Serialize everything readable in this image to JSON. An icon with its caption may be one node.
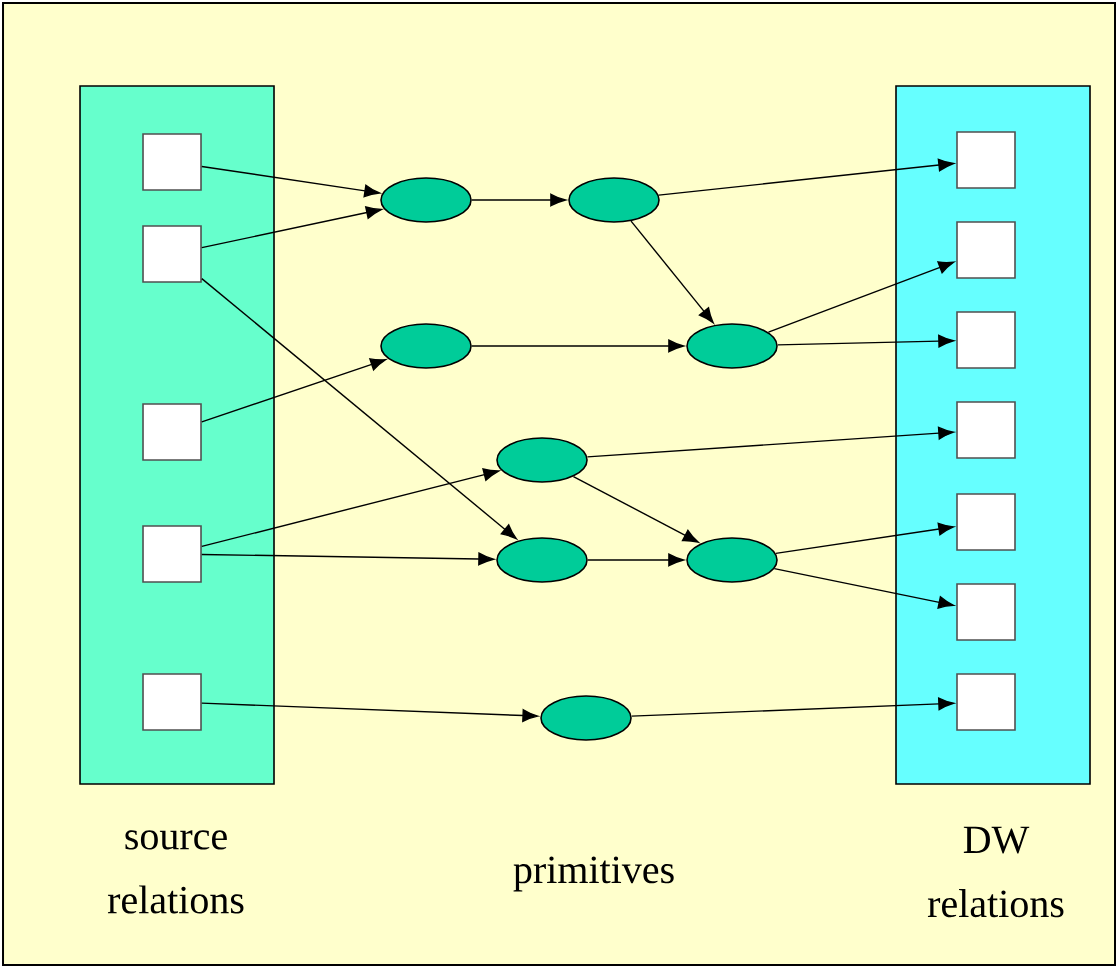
{
  "diagram": {
    "nodes": [
      {
        "text": [
          "source relations"
        ]
      },
      {
        "text": [
          "DW relations"
        ]
      },
      {
        "text": [],
        "shape": "box",
        "in": 0
      },
      {
        "text": [],
        "shape": "box",
        "in": 0
      },
      {
        "text": [],
        "shape": "box",
        "in": 0
      },
      {
        "text": [],
        "shape": "box",
        "in": 0
      },
      {
        "text": [],
        "shape": "box",
        "in": 0
      },
      {
        "text": [],
        "shape": "box",
        "in": 1
      },
      {
        "text": [],
        "shape": "box",
        "in": 1
      },
      {
        "text": [],
        "shape": "box",
        "in": 1
      },
      {
        "text": [],
        "shape": "box",
        "in": 1
      },
      {
        "text": [],
        "shape": "box",
        "in": 1
      },
      {
        "text": [],
        "shape": "box",
        "in": 1
      },
      {
        "text": [],
        "shape": "box",
        "in": 1
      },
      {
        "text": [],
        "shape": "ellipse"
      },
      {
        "text": [],
        "shape": "ellipse"
      },
      {
        "text": [],
        "shape": "ellipse"
      },
      {
        "text": [],
        "shape": "ellipse"
      },
      {
        "text": [],
        "shape": "ellipse"
      },
      {
        "text": [],
        "shape": "ellipse"
      },
      {
        "text": [],
        "shape": "ellipse"
      },
      {
        "text": [],
        "shape": "ellipse"
      }
    ],
    "edges": [
      {
        "from": 2,
        "to": 14,
        "arrow": "to"
      },
      {
        "from": 3,
        "to": 14,
        "arrow": "to"
      },
      {
        "from": 3,
        "to": 19,
        "arrow": "to"
      },
      {
        "from": 4,
        "to": 16,
        "arrow": "to"
      },
      {
        "from": 5,
        "to": 18,
        "arrow": "to"
      },
      {
        "from": 5,
        "to": 19,
        "arrow": "to"
      },
      {
        "from": 6,
        "to": 21,
        "arrow": "to"
      },
      {
        "from": 14,
        "to": 15,
        "arrow": "to"
      },
      {
        "from": 15,
        "to": 7,
        "arrow": "to"
      },
      {
        "from": 15,
        "to": 17,
        "arrow": "to"
      },
      {
        "from": 16,
        "to": 17,
        "arrow": "to"
      },
      {
        "from": 17,
        "to": 8,
        "arrow": "to"
      },
      {
        "from": 17,
        "to": 9,
        "arrow": "to"
      },
      {
        "from": 18,
        "to": 10,
        "arrow": "to"
      },
      {
        "from": 18,
        "to": 20,
        "arrow": "to"
      },
      {
        "from": 19,
        "to": 20,
        "arrow": "to"
      },
      {
        "from": 20,
        "to": 11,
        "arrow": "to"
      },
      {
        "from": 20,
        "to": 12,
        "arrow": "to"
      },
      {
        "from": 21,
        "to": 13,
        "arrow": "to"
      }
    ],
    "labels": [
      "primitives"
    ]
  }
}
